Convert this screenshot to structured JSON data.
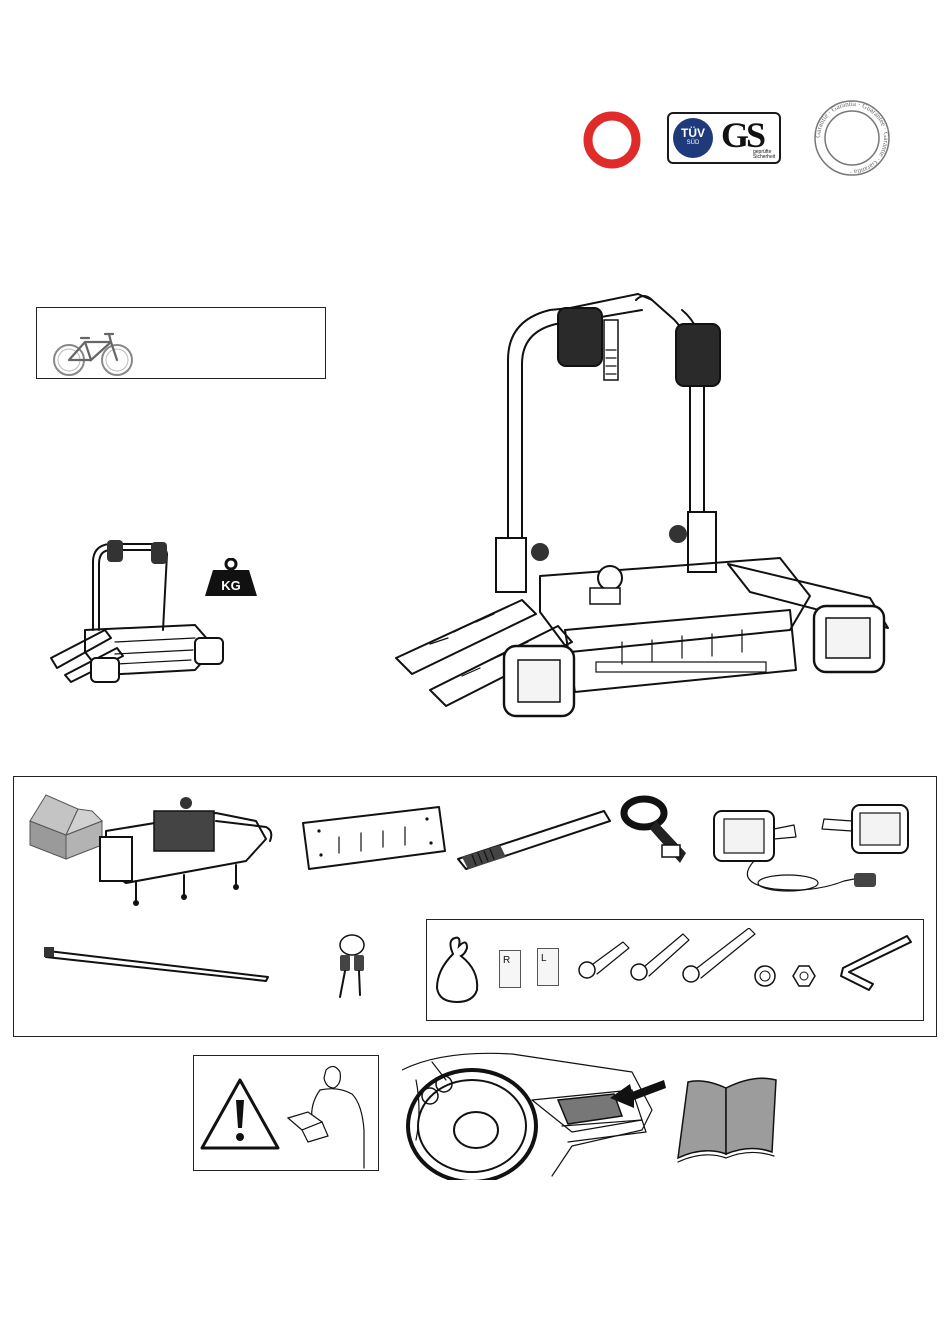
{
  "certifications": {
    "tuv_label": "TÜV",
    "tuv_number": "SÜD",
    "gs_label": "GS",
    "gs_sub": "geprüfte Sicherheit",
    "guarantee_ring": "Garantie · Garantia · Guarantee · Garantie · Garantía ·"
  },
  "weight_badge": {
    "label": "KG"
  },
  "icons": {
    "red_ring": "circle-ring-icon",
    "bike": "bicycle-icon",
    "warning": "warning-triangle-icon",
    "manual": "open-book-icon",
    "bag": "parts-bag-icon"
  },
  "parts": {
    "clip_right_letter": "R",
    "clip_left_letter": "L"
  },
  "colors": {
    "ring_red": "#e02b2b",
    "tuv_blue": "#1e3a7b",
    "box_grey": "#9a9a9a",
    "book_grey": "#9c9c9c"
  }
}
